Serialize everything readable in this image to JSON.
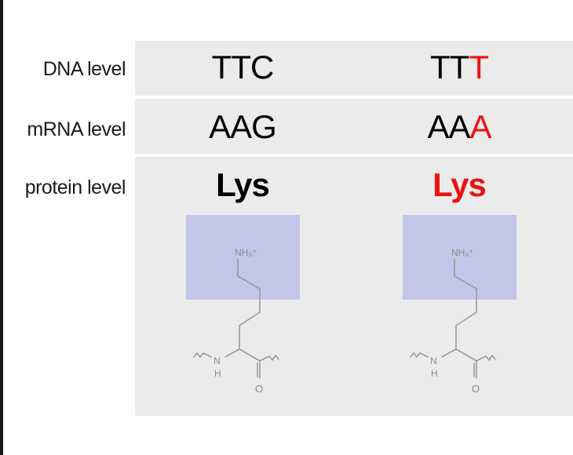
{
  "labels": {
    "dna": "DNA level",
    "mrna": "mRNA level",
    "protein": "protein level"
  },
  "columns": [
    {
      "dna": {
        "prefix": "TTC",
        "changed": ""
      },
      "mrna": {
        "prefix": "AAG",
        "changed": ""
      },
      "protein": "Lys",
      "molecule": {
        "amine": "NH₃⁺",
        "h": "H",
        "n": "N",
        "o": "O"
      }
    },
    {
      "dna": {
        "prefix": "TT",
        "changed": "T"
      },
      "mrna": {
        "prefix": "AA",
        "changed": "A"
      },
      "protein": "Lys",
      "molecule": {
        "amine": "NH₃⁺",
        "h": "H",
        "n": "N",
        "o": "O"
      }
    }
  ],
  "colors": {
    "panel": "#ebebeb",
    "highlight": "#c3c6e8",
    "mutation": "#ee1111",
    "bond": "#9a9a9a",
    "atom": "#8a8a8a"
  }
}
